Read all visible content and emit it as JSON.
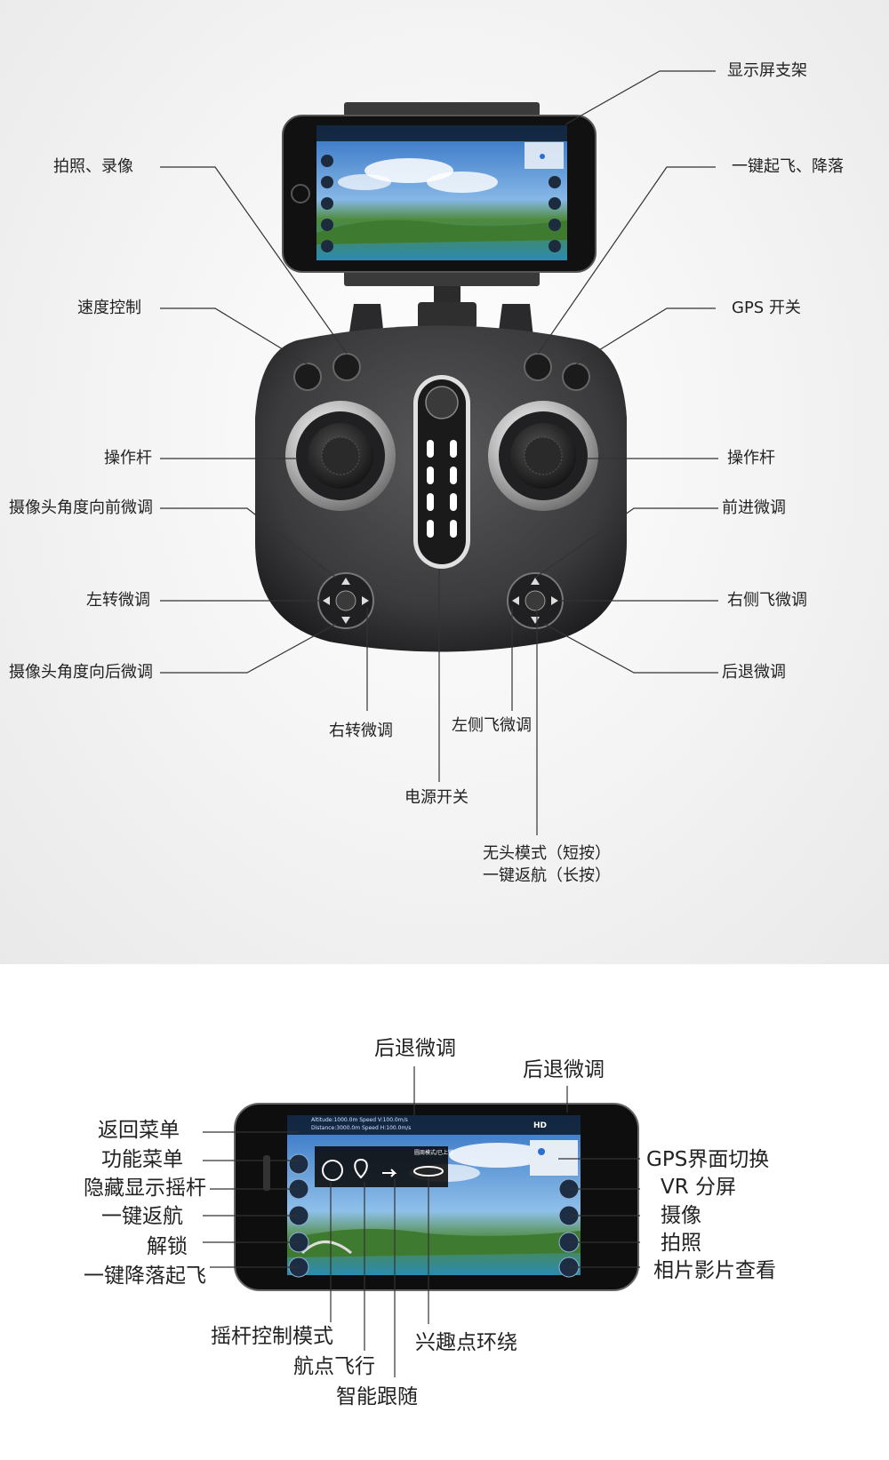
{
  "top_labels": {
    "display_holder": "显示屏支架",
    "photo_video": "拍照、录像",
    "one_key_takeoff_land": "一键起飞、降落",
    "speed_control": "速度控制",
    "gps_switch": "GPS 开关",
    "stick_left": "操作杆",
    "stick_right": "操作杆",
    "camera_angle_forward": "摄像头角度向前微调",
    "forward_trim": "前进微调",
    "left_turn_trim": "左转微调",
    "right_side_fly_trim": "右侧飞微调",
    "camera_angle_backward": "摄像头角度向后微调",
    "backward_trim": "后退微调",
    "right_turn_trim": "右转微调",
    "left_side_fly_trim": "左侧飞微调",
    "power_switch": "电源开关",
    "headless_line1": "无头模式（短按）",
    "headless_line2": "一键返航（长按）"
  },
  "bottom_labels": {
    "backward_trim_1": "后退微调",
    "backward_trim_2": "后退微调",
    "return_menu": "返回菜单",
    "function_menu": "功能菜单",
    "hide_show_stick": "隐藏显示摇杆",
    "one_key_return": "一键返航",
    "unlock": "解锁",
    "one_key_land_takeoff": "一键降落起飞",
    "gps_interface_switch": "GPS界面切换",
    "vr_split": "VR 分屏",
    "video": "摄像",
    "photo": "拍照",
    "gallery": "相片影片查看",
    "stick_control_mode": "摇杆控制模式",
    "waypoint_flight": "航点飞行",
    "smart_follow": "智能跟随",
    "poi_orbit": "兴趣点环绕"
  },
  "phone_ui": {
    "hd_badge": "HD",
    "hud_row1": "Altitude:1000.0m   Speed V:100.0m/s",
    "hud_row2": "Distance:3000.0m   Speed H:100.0m/s",
    "popup_title": "圆周模式/已上锁"
  },
  "icons": [
    "home-icon",
    "drone-icon",
    "gamepad-icon",
    "return-icon",
    "lock-icon",
    "takeoff-icon",
    "settings-icon",
    "vr-icon",
    "video-icon",
    "camera-icon",
    "gallery-icon",
    "map-pin-icon",
    "poi-icon",
    "follow-icon",
    "stick-mode-icon"
  ],
  "colors": {
    "controller_body": "#3a3a3c",
    "chrome_ring": "#d0d0d0",
    "leader_line": "#333333"
  }
}
